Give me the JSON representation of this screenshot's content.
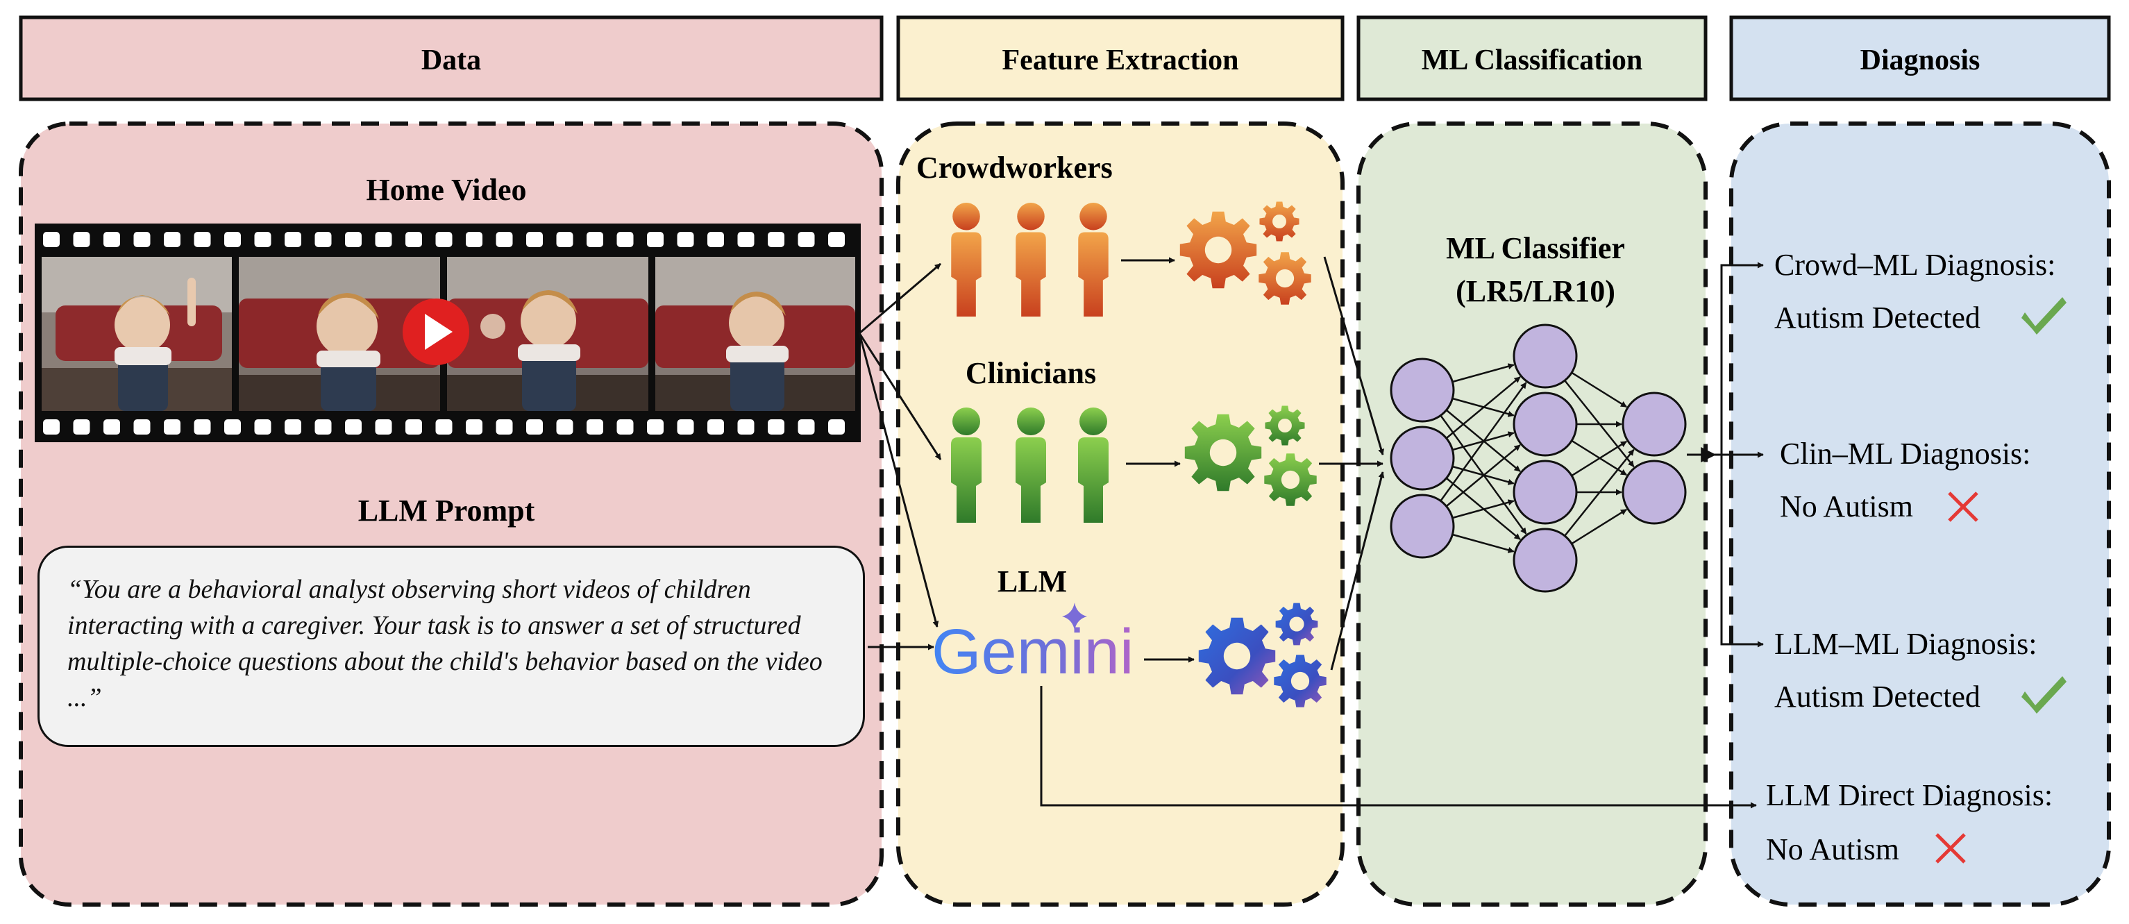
{
  "headers": {
    "data": "Data",
    "feature_extraction": "Feature Extraction",
    "ml_classification": "ML Classification",
    "diagnosis": "Diagnosis"
  },
  "data_panel": {
    "home_video_title": "Home Video",
    "llm_prompt_title": "LLM Prompt",
    "prompt_text": "“You are a behavioral analyst observing short videos of children interacting with a caregiver.  Your task is to answer a set of structured multiple-choice questions about the child's behavior based on the video ...”"
  },
  "feature_panel": {
    "crowdworkers": "Crowdworkers",
    "clinicians": "Clinicians",
    "llm": "LLM",
    "gemini_logo": "Gemini"
  },
  "ml_panel": {
    "classifier_line1": "ML Classifier",
    "classifier_line2": "(LR5/LR10)",
    "layers": [
      3,
      4,
      2
    ]
  },
  "diagnosis_panel": {
    "items": [
      {
        "label": "Crowd–ML Diagnosis:",
        "result": "Autism Detected",
        "mark": "check"
      },
      {
        "label": "Clin–ML Diagnosis:",
        "result": "No Autism",
        "mark": "cross"
      },
      {
        "label": "LLM–ML Diagnosis:",
        "result": "Autism Detected",
        "mark": "check"
      },
      {
        "label": "LLM Direct Diagnosis:",
        "result": "No Autism",
        "mark": "cross"
      }
    ]
  },
  "icons": {
    "people": "person-icon",
    "gears": "gears-icon",
    "play": "play-button-icon",
    "check": "checkmark-icon",
    "cross": "cross-icon",
    "sparkle": "sparkle-icon"
  },
  "colors": {
    "data_bg": "#efcccc",
    "feature_bg": "#fbf0cf",
    "ml_bg": "#dfe9d6",
    "diagnosis_bg": "#d4e1f0",
    "node_fill": "#c1b4de",
    "check": "#6aa84f",
    "cross": "#e53935",
    "play": "#e02020"
  }
}
